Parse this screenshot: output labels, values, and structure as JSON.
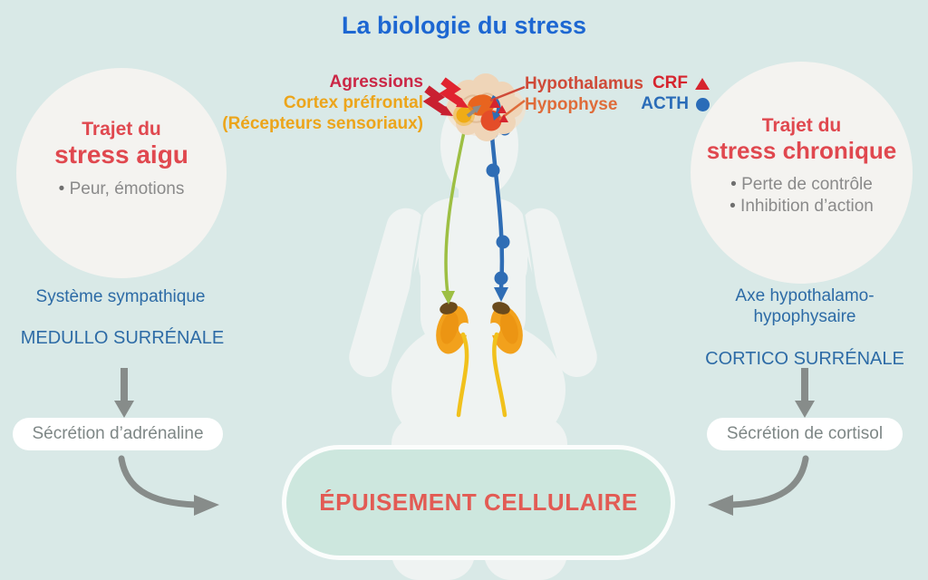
{
  "title": "La biologie du stress",
  "acute_circle": {
    "heading_line1": "Trajet du",
    "heading_line2": "stress aigu",
    "bullets": [
      "Peur, émotions"
    ]
  },
  "chronic_circle": {
    "heading_line1": "Trajet du",
    "heading_line2": "stress chronique",
    "bullets": [
      "Perte de contrôle",
      "Inhibition d’action"
    ]
  },
  "brain_labels": {
    "agressions": "Agressions",
    "cortex_prefrontal": "Cortex préfrontal",
    "receptors": "(Récepteurs sensoriaux)",
    "hypothalamus": "Hypothalamus",
    "hypophyse": "Hypophyse",
    "crf": "CRF",
    "acth": "ACTH"
  },
  "acute_pathway": {
    "system": "Système sympathique",
    "gland": "MEDULLO SURRÉNALE",
    "secretion": "Sécrétion d’adrénaline"
  },
  "chronic_pathway": {
    "axis_line1": "Axe hypothalamo-",
    "axis_line2": "hypophysaire",
    "gland": "CORTICO SURRÉNALE",
    "secretion": "Sécrétion de cortisol"
  },
  "outcome": "ÉPUISEMENT CELLULAIRE",
  "colors": {
    "background": "#d9e9e7",
    "title_blue": "#1d67d2",
    "heading_red": "#e0484f",
    "pathway_text_blue": "#2d6ba6",
    "crf_red": "#d6242e",
    "acth_blue": "#2a6cb8",
    "amber": "#eca51b",
    "agressions_red": "#cb2746",
    "arrow_gray": "#878c8a",
    "outcome_fill": "#cde7de"
  }
}
